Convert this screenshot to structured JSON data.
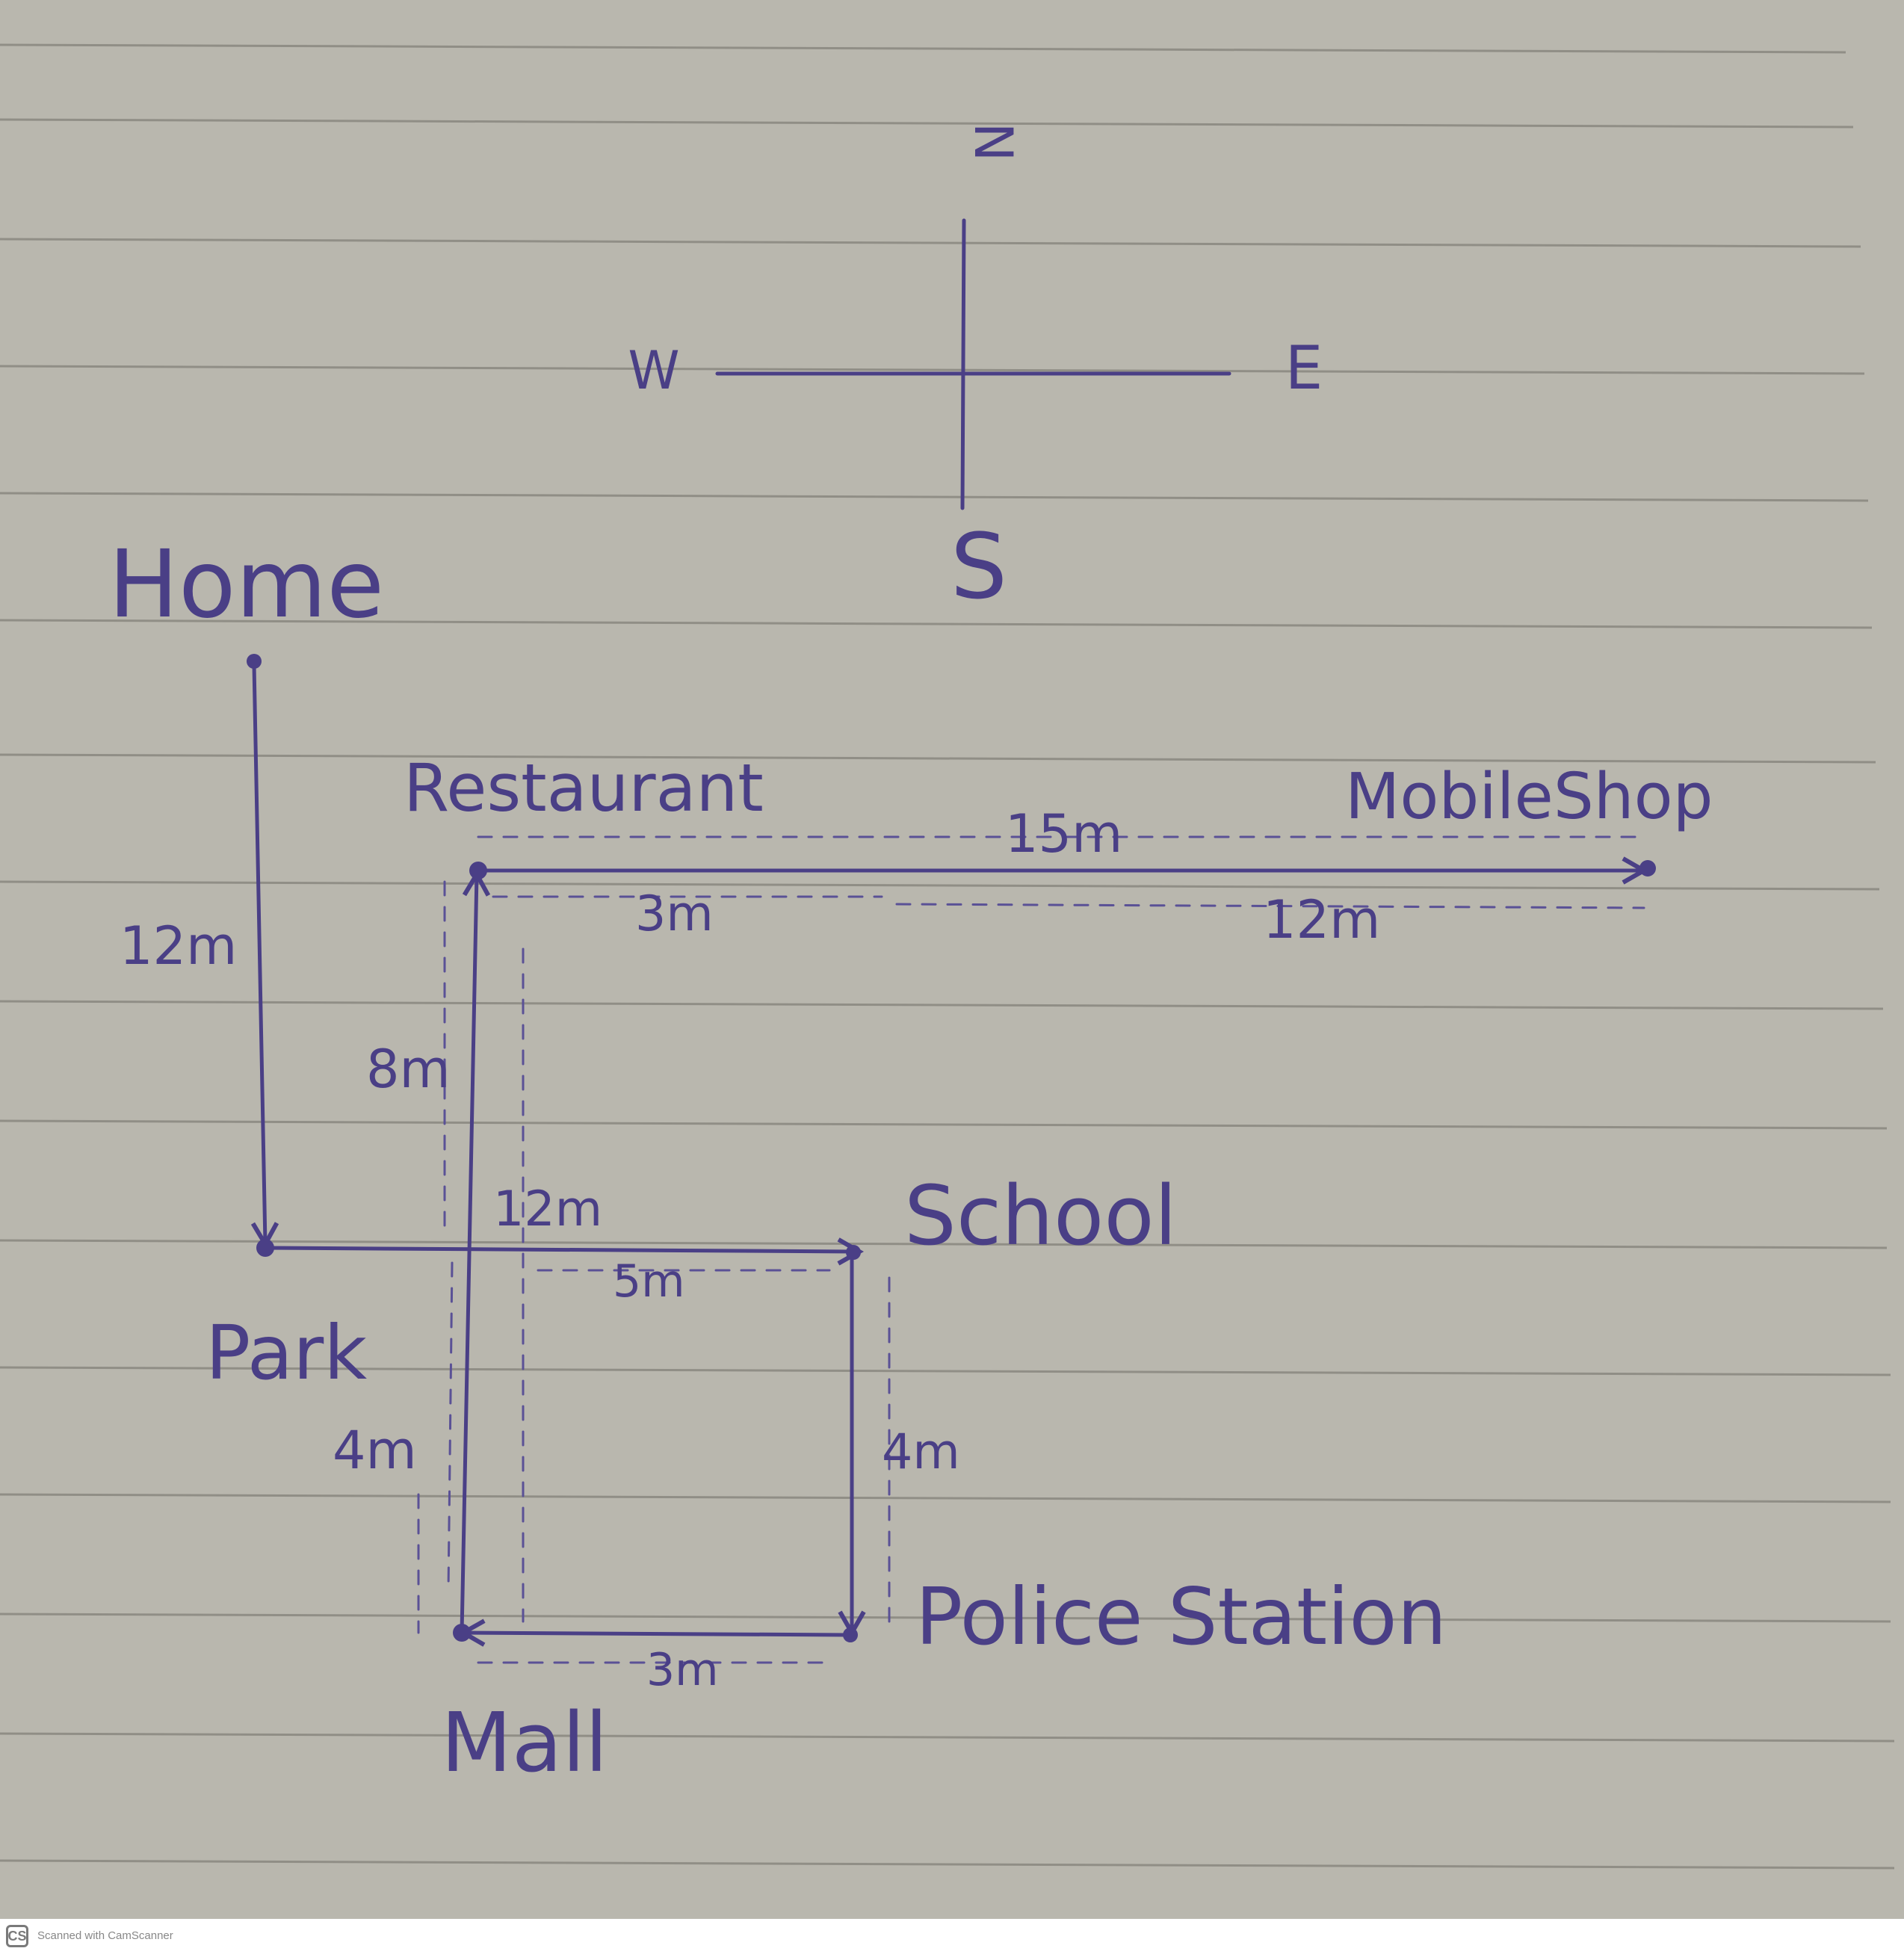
{
  "compass": {
    "north": "N",
    "south": "S",
    "east": "E",
    "west": "W"
  },
  "places": {
    "home": "Home",
    "restaurant": "Restaurant",
    "mobile_shop": "MobileShop",
    "park": "Park",
    "school": "School",
    "police_station": "Police Station",
    "mall": "Mall"
  },
  "distances": {
    "home_to_park": "12m",
    "mall_to_restaurant": "12m",
    "restaurant_to_mobile_shop": "15m",
    "restaurant_to_crossing": "3m",
    "crossing_to_mobile_shop": "12m",
    "restaurant_to_park_level": "8m",
    "park_level_to_mall": "4m",
    "crossing_to_school": "5m",
    "school_to_police_station": "4m",
    "police_station_to_mall": "3m"
  },
  "footer": {
    "logo": "CS",
    "text": "Scanned with CamScanner"
  },
  "colors": {
    "ink": "#4a3f86",
    "paper": "#b9b7ae",
    "rule": "#8f8d86"
  }
}
